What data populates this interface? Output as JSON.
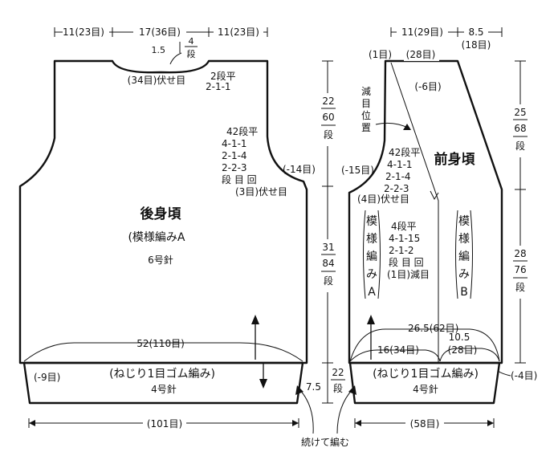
{
  "back": {
    "top_widths": [
      "11(23目)",
      "17(36目)",
      "11(23目)"
    ],
    "neck_depth": [
      "1.5",
      "4",
      "段"
    ],
    "neck_rule": [
      "2段平",
      "2-1-1"
    ],
    "neck_bindoff": "(34目)伏せ目",
    "armhole_rule": [
      "42段平",
      "4-1-1",
      "2-1-4",
      "2-2-3",
      "段 目 回"
    ],
    "armhole_bindoff": "(3目)伏せ目",
    "armhole_dec": "(-14目)",
    "title": "後身頃",
    "pattern": "(模様編みA",
    "needle": "6号針",
    "body_width": "52(110目)",
    "rib_dec": "(-9目)",
    "rib_name": "(ねじり1目ゴム編み)",
    "rib_needle": "4号針",
    "bottom_width": "(101目)"
  },
  "heights": {
    "upper": [
      "22",
      "60",
      "段"
    ],
    "lower": [
      "31",
      "84",
      "段"
    ],
    "rib": [
      "7.5",
      "22",
      "段"
    ]
  },
  "front": {
    "top_widths": [
      "11(29目)",
      "8.5",
      "(18目)"
    ],
    "shoulder": [
      "(1目)",
      "(28目)"
    ],
    "top_dec": "(-6目)",
    "dec_position": [
      "減",
      "目",
      "位",
      "置"
    ],
    "armhole_rule": [
      "42段平",
      "4-1-1",
      "2-1-4",
      "2-2-3"
    ],
    "armhole_dec": "(-15目)",
    "armhole_bindoff": "(4目)伏せ目",
    "title": "前身頃",
    "pattern_a": [
      "模",
      "様",
      "編",
      "み",
      "A"
    ],
    "pattern_b": [
      "模",
      "様",
      "編",
      "み",
      "B"
    ],
    "front_rule": [
      "4段平",
      "4-1-15",
      "2-1-2",
      "段 目 回",
      "(1目)減目"
    ],
    "body_width": "26.5(62目)",
    "width_a": "16(34目)",
    "width_b": [
      "10.5",
      "(28目)"
    ],
    "rib_name": "(ねじり1目ゴム編み)",
    "rib_needle": "4号針",
    "rib_dec": "(-4目)",
    "bottom_width": "(58目)"
  },
  "right_heights": {
    "upper": [
      "25",
      "68",
      "段"
    ],
    "lower": [
      "28",
      "76",
      "段"
    ]
  },
  "continue_note": "続けて編む"
}
